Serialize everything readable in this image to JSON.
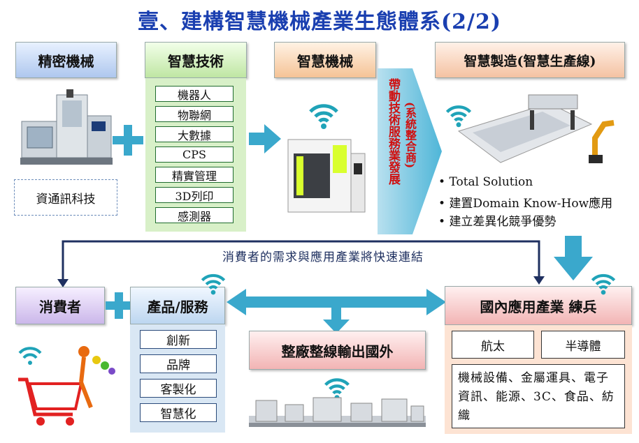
{
  "title": "壹、建構智慧機械產業生態體系(2/2)",
  "colors": {
    "title": "#1a3fb0",
    "arrow_teal": "#3aa8cc",
    "vertical_text": "#d01010",
    "line_navy": "#1f3060"
  },
  "headers": {
    "precision": "精密機械",
    "tech": "智慧技術",
    "machinery": "智慧機械",
    "manufacturing": "智慧製造(智慧生產線)",
    "consumer": "消費者",
    "product": "產品/服務",
    "domestic": "國內應用產業 練兵",
    "export": "整廠整線輸出國外"
  },
  "ict_label": "資通訊科技",
  "tech_items": [
    "機器人",
    "物聯網",
    "大數據",
    "CPS",
    "精實管理",
    "3D列印",
    "感測器"
  ],
  "vertical_main": "帶動技術服務業發展",
  "vertical_sub": "(系統整合商)",
  "bullets": [
    "Total Solution",
    "建置Domain Know-How應用",
    "建立差異化競爭優勢"
  ],
  "connect_label": "消費者的需求與應用產業將快速連結",
  "product_items": [
    "創新",
    "品牌",
    "客製化",
    "智慧化"
  ],
  "domestic_boxes": {
    "aero": "航太",
    "semi": "半導體",
    "others": "機械設備、金屬運具、電子資訊、能源、3C、食品、紡織"
  },
  "icons": [
    "cnc-machine-icon",
    "wifi-icon",
    "robot-arm-icon",
    "shopping-cart-icon",
    "factory-line-icon",
    "plus-icon",
    "arrow-right-icon",
    "arrow-down-icon",
    "double-arrow-icon"
  ]
}
